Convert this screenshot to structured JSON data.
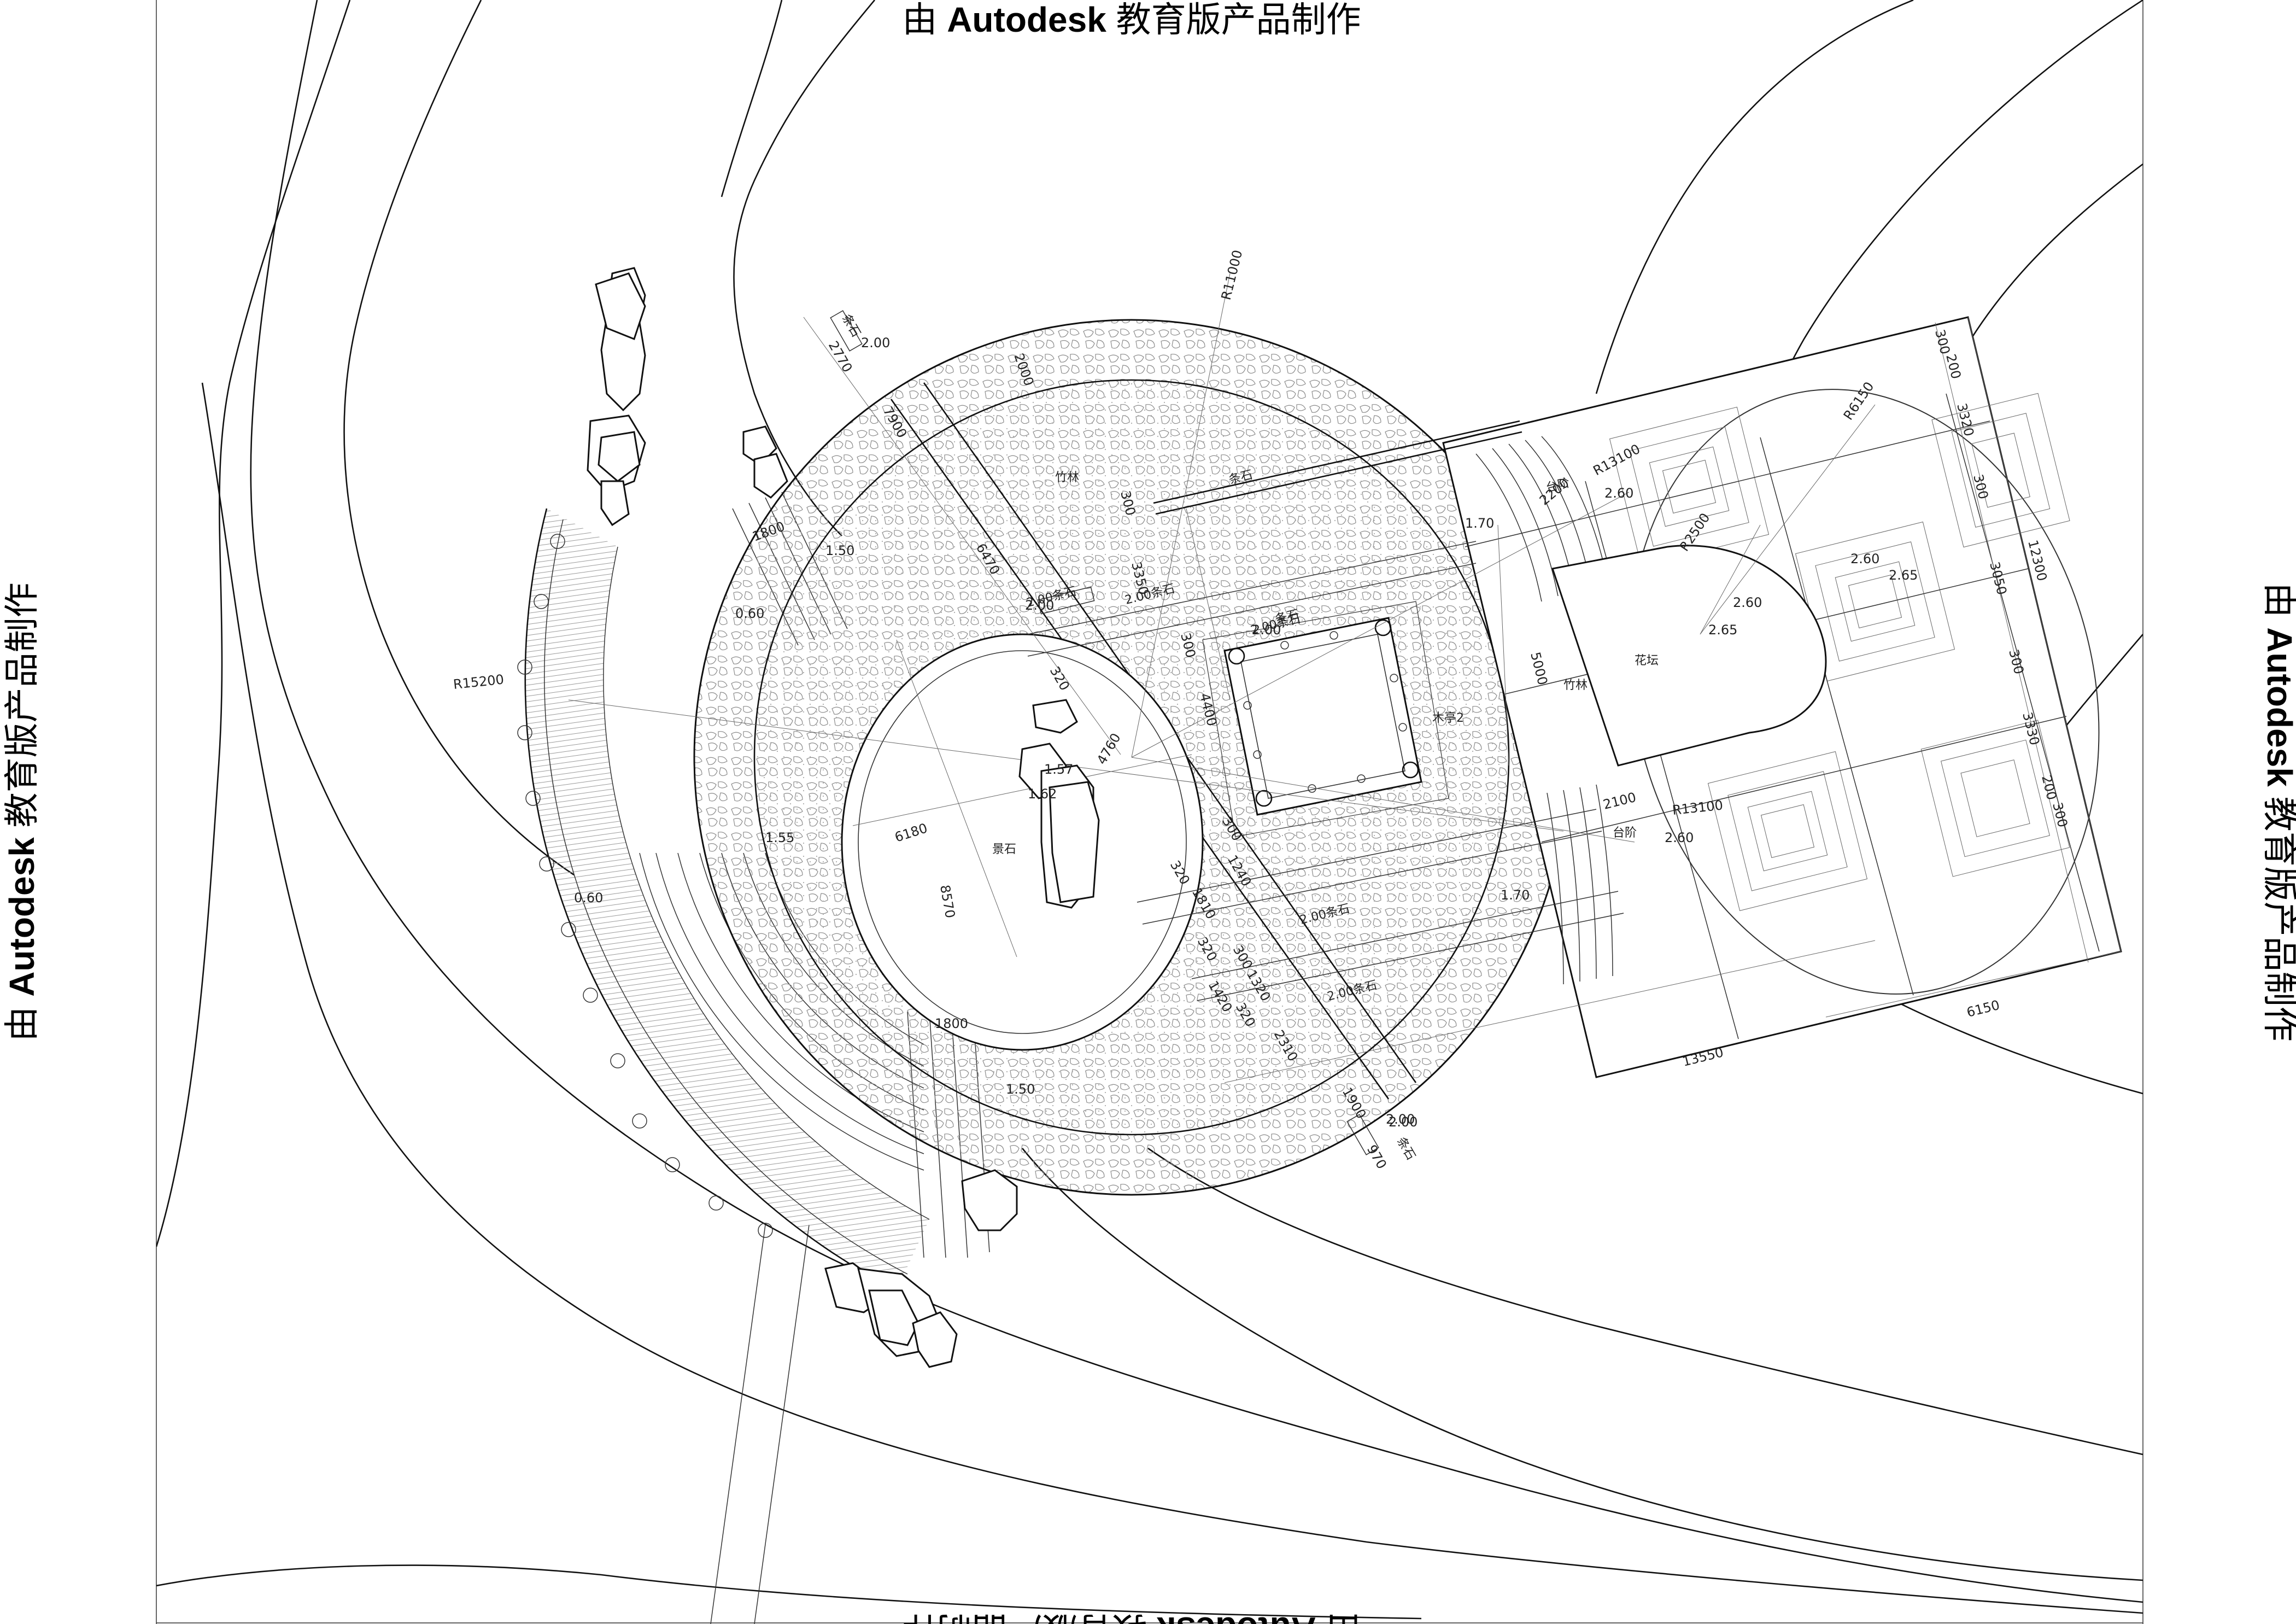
{
  "watermark": {
    "top": "由 Autodesk 教育版产品制作",
    "bottom": "由 Autodesk 教育版产品制作",
    "left": "由 Autodesk 教育版产品制作",
    "right": "由 Autodesk 教育版产品制作",
    "prefix": "由",
    "brand": "Autodesk",
    "suffix": "教育版产品制作"
  },
  "labels": {
    "bamboo_upper": "竹林",
    "bamboo_right": "竹林",
    "pavilion": "木亭2",
    "feature_rock": "景石",
    "flower_bed": "花坛",
    "step_upper": "台阶",
    "step_lower": "台阶",
    "bar_stone_a": "条石",
    "bar_stone_b": "条石",
    "bar_stone_c": "2.00条石",
    "bar_stone_d": "2.00条石",
    "bar_stone_e": "2.00条石",
    "bar_stone_f": "2.00条石",
    "bar_stone_g": "2.00条石",
    "bar_stone_h": "条石",
    "bar_stone_top": "条石"
  },
  "radii": {
    "r11000": "R11000",
    "r15200": "R15200",
    "r13100a": "R13100",
    "r13100b": "R13100",
    "r6150": "R6150",
    "r2500": "R2500"
  },
  "dimensions": {
    "d2770": "2770",
    "d200a": "2.00",
    "d2000": "2000",
    "d7900": "7900",
    "d1800a": "1800",
    "d150a": "1.50",
    "d060a": "0.60",
    "d060b": "0.60",
    "d6470": "6470",
    "d200b": "2.00",
    "d320a": "320",
    "d4760": "4760",
    "d157": "1.57",
    "d162": "1.62",
    "d155": "1.55",
    "d8570": "8570",
    "d6180": "6180",
    "d1800b": "1800",
    "d150b": "1.50",
    "d320b": "320",
    "d1810": "1810",
    "d1240": "1240",
    "d300a": "300",
    "d320c": "320",
    "d300b": "300",
    "d1320": "1320",
    "d1420": "1420",
    "d320d": "320",
    "d2310": "2310",
    "d1900": "1900",
    "d970": "970",
    "d200c": "2.00",
    "d300c": "300",
    "d3350": "3350",
    "d300d": "300",
    "d200d": "2.00",
    "d4400": "4400",
    "d5000": "5000",
    "d170a": "1.70",
    "d170b": "1.70",
    "d2100": "2100",
    "d260a": "2.60",
    "d260b": "2.60",
    "d260c": "2.60",
    "d265a": "2.65",
    "d265b": "2.65",
    "d260d": "2.60",
    "d2200": "2200",
    "d300e": "300",
    "d200e": "200",
    "d3320": "3320",
    "d300f": "300",
    "d3050": "3050",
    "d12300": "12300",
    "d300g": "300",
    "d3330": "3330",
    "d200f": "200",
    "d300h": "300",
    "d6150": "6150",
    "d13550": "13550",
    "d200g": "2.00"
  }
}
